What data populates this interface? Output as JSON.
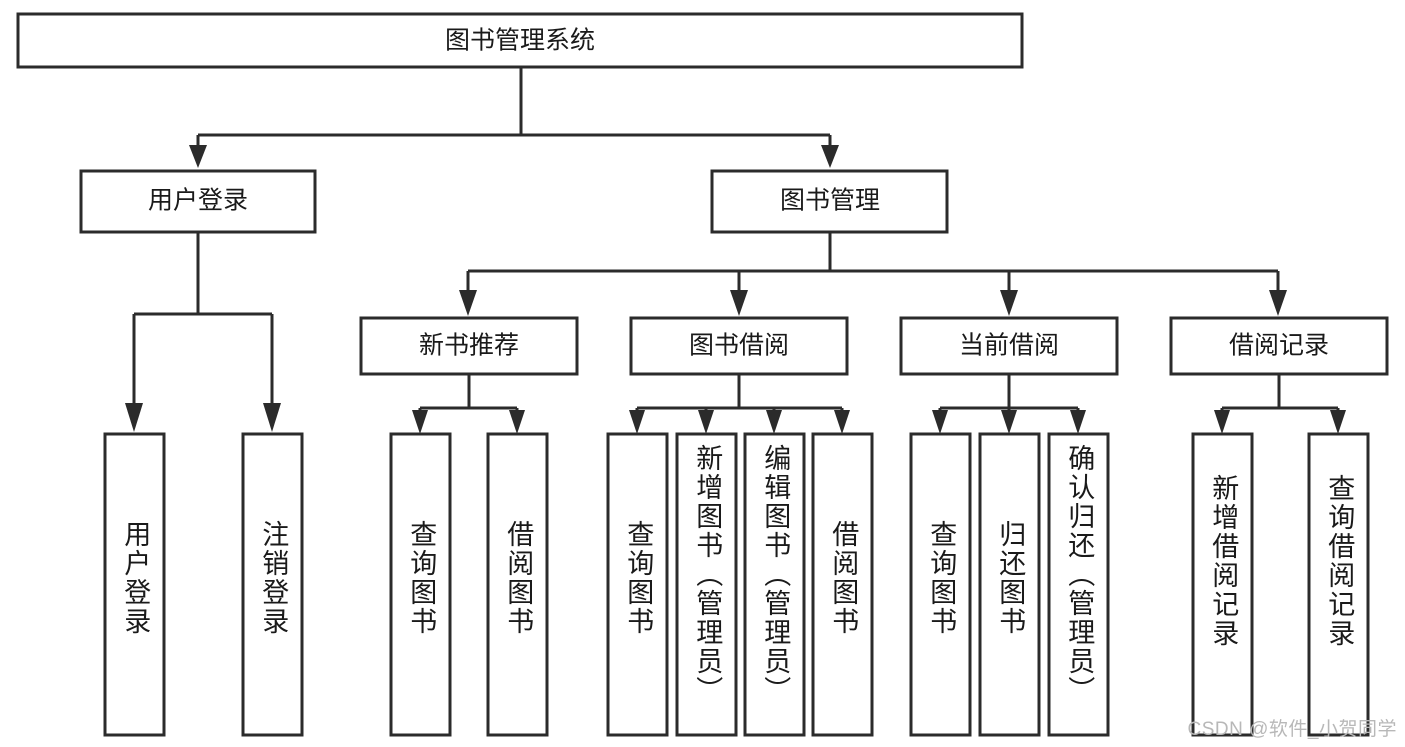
{
  "diagram": {
    "title": "图书管理系统",
    "watermark": "CSDN @软件_小贺同学",
    "colors": {
      "stroke": "#2b2b2b",
      "fill": "#ffffff",
      "text": "#1a1a1a",
      "watermark": "#b8b8b8",
      "background": "#ffffff"
    },
    "root": {
      "label": "图书管理系统"
    },
    "level2": [
      {
        "label": "用户登录"
      },
      {
        "label": "图书管理"
      }
    ],
    "level3": [
      {
        "label": "新书推荐"
      },
      {
        "label": "图书借阅"
      },
      {
        "label": "当前借阅"
      },
      {
        "label": "借阅记录"
      }
    ],
    "leaves": {
      "user_login": [
        {
          "label": "用户登录"
        },
        {
          "label": "注销登录"
        }
      ],
      "new_book_recommend": [
        {
          "label": "查询图书"
        },
        {
          "label": "借阅图书"
        }
      ],
      "book_borrow": [
        {
          "label": "查询图书"
        },
        {
          "label": "新增图书（管理员）"
        },
        {
          "label": "编辑图书（管理员）"
        },
        {
          "label": "借阅图书"
        }
      ],
      "current_borrow": [
        {
          "label": "查询图书"
        },
        {
          "label": "归还图书"
        },
        {
          "label": "确认归还（管理员）"
        }
      ],
      "borrow_record": [
        {
          "label": "新增借阅记录"
        },
        {
          "label": "查询借阅记录"
        }
      ]
    }
  }
}
